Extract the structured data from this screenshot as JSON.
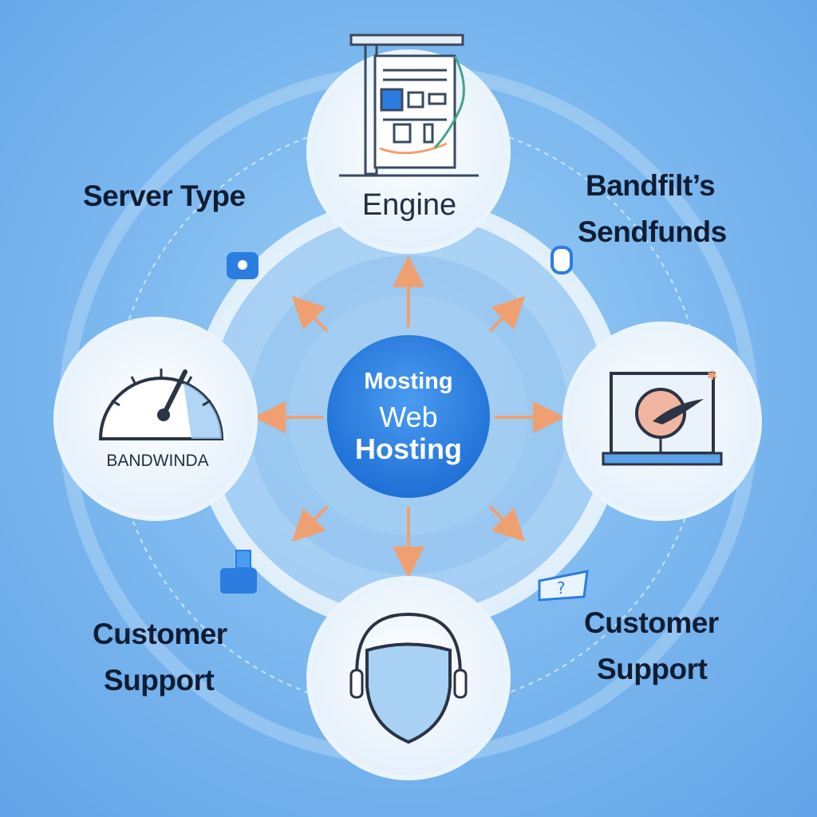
{
  "center": {
    "line1": "Mosting",
    "line2": "Web",
    "line3": "Hosting"
  },
  "nodes": {
    "top": {
      "label": "Engine",
      "icon": "server-rack-icon"
    },
    "left": {
      "label": "BANDWINDA",
      "icon": "speedometer-icon"
    },
    "right": {
      "label": "",
      "icon": "laptop-gauge-icon"
    },
    "bottom": {
      "label": "",
      "icon": "shield-headset-icon"
    }
  },
  "side_labels": {
    "top_left": {
      "line1": "Server Type"
    },
    "top_right": {
      "line1": "Bandfilt’s",
      "line2": "Sendfunds"
    },
    "bottom_left": {
      "line1": "Customer",
      "line2": "Support"
    },
    "bottom_right": {
      "line1": "Customer",
      "line2": "Support"
    }
  },
  "decorations": [
    {
      "icon": "chat-bubble-icon"
    },
    {
      "icon": "lock-icon"
    },
    {
      "icon": "database-icon"
    },
    {
      "icon": "help-chat-icon"
    }
  ],
  "colors": {
    "background": "#7fbaf0",
    "center_circle": "#2f86e6",
    "arrow": "#f0a070",
    "node_fill": "#f3f8fd",
    "text_dark": "#0f1d33",
    "icon_blue": "#2b7de0"
  }
}
